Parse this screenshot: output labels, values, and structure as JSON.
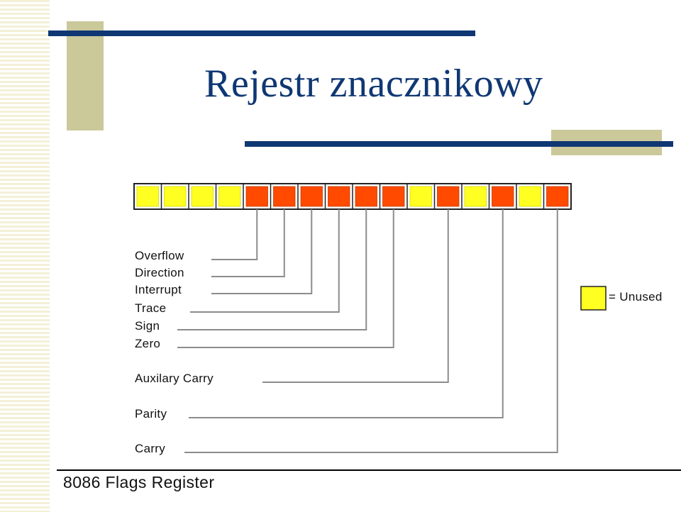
{
  "slide": {
    "title": "Rejestr znacznikowy"
  },
  "colors": {
    "accent_blue": "#0f3773",
    "deco_olive": "#cbc89a",
    "stripe": "#f3f0d6",
    "used_flag": "#ff4a00",
    "unused_flag": "#ffff22",
    "connector": "#8c8c8c"
  },
  "register": {
    "bits": [
      {
        "used": false
      },
      {
        "used": false
      },
      {
        "used": false
      },
      {
        "used": false
      },
      {
        "used": true
      },
      {
        "used": true
      },
      {
        "used": true
      },
      {
        "used": true
      },
      {
        "used": true
      },
      {
        "used": true
      },
      {
        "used": false
      },
      {
        "used": true
      },
      {
        "used": false
      },
      {
        "used": true
      },
      {
        "used": false
      },
      {
        "used": true
      }
    ],
    "flags": [
      {
        "label": "Overflow",
        "bit_index": 4
      },
      {
        "label": "Direction",
        "bit_index": 5
      },
      {
        "label": "Interrupt",
        "bit_index": 6
      },
      {
        "label": "Trace",
        "bit_index": 7
      },
      {
        "label": "Sign",
        "bit_index": 8
      },
      {
        "label": "Zero",
        "bit_index": 9
      },
      {
        "label": "Auxilary Carry",
        "bit_index": 11
      },
      {
        "label": "Parity",
        "bit_index": 13
      },
      {
        "label": "Carry",
        "bit_index": 15
      }
    ]
  },
  "legend": {
    "label": "= Unused"
  },
  "caption": "8086 Flags Register"
}
